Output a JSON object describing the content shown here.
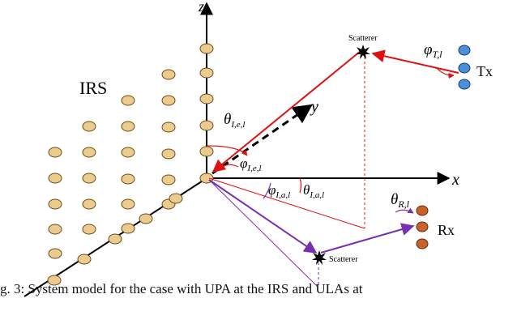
{
  "labels": {
    "axis_z": "z",
    "axis_y": "y",
    "axis_x": "x",
    "irs": "IRS",
    "tx": "Tx",
    "rx": "Rx",
    "scatterer_top": "Scatterer",
    "scatterer_bottom": "Scatterer"
  },
  "angles": {
    "phi_T": {
      "symbol": "φ",
      "sub": "T,l"
    },
    "theta_R": {
      "symbol": "θ",
      "sub": "R,l"
    },
    "theta_I_e": {
      "symbol": "θ",
      "sub": "I,e,l"
    },
    "phi_I_e": {
      "symbol": "φ",
      "sub": "I,e,l"
    },
    "phi_I_a": {
      "symbol": "φ",
      "sub": "I,a,l"
    },
    "theta_I_a": {
      "symbol": "θ",
      "sub": "I,a,l"
    }
  },
  "caption": {
    "line1": "g. 3: System model for the case with UPA at the IRS and ULAs at",
    "line2": "                  "
  },
  "colors": {
    "element_fill": "#eccb8e",
    "tx_fill": "#4a90d9",
    "rx_fill": "#c9612a",
    "red_path": "#e01010",
    "purple_path": "#7a2fb0",
    "axis": "#000000"
  }
}
